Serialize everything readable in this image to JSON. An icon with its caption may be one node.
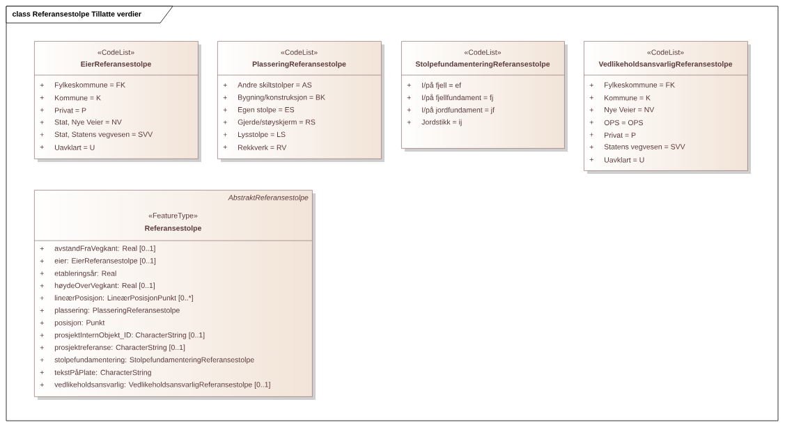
{
  "diagram": {
    "title": "class Referansestolpe Tillatte verdier",
    "nodes": [
      {
        "text": [
          "«CodeList»",
          "EierReferansestolpe",
          "+",
          "Fylkeskommune = FK",
          "+",
          "Kommune = K",
          "+",
          "Privat = P",
          "+",
          "Stat, Nye Veier = NV",
          "+",
          "Stat, Statens vegvesen = SVV",
          "+",
          "Uavklart = U"
        ]
      },
      {
        "text": [
          "«CodeList»",
          "PlasseringReferansestolpe",
          "+",
          "Andre skiltstolper = AS",
          "+",
          "Bygning/konstruksjon = BK",
          "+",
          "Egen stolpe = ES",
          "+",
          "Gjerde/støyskjerm = RS",
          "+",
          "Lysstolpe = LS",
          "+",
          "Rekkverk = RV"
        ]
      },
      {
        "text": [
          "«CodeList»",
          "StolpefundamenteringReferansestolpe",
          "+",
          "I/på fjell = ef",
          "+",
          "I/på fjellfundament = fj",
          "+",
          "I/på jordfundament = jf",
          "+",
          "Jordstikk = ij"
        ]
      },
      {
        "text": [
          "«CodeList»",
          "VedlikeholdsansvarligReferansestolpe",
          "+",
          "Fylkeskommune = FK",
          "+",
          "Kommune = K",
          "+",
          "Nye Veier = NV",
          "+",
          "OPS = OPS",
          "+",
          "Privat = P",
          "+",
          "Statens vegvesen = SVV",
          "+",
          "Uavklart = U"
        ]
      },
      {
        "text": [
          "AbstraktReferansestolpe",
          "«FeatureType»",
          "Referansestolpe",
          "+",
          "avstandFraVegkant: Real [0..1]",
          "+",
          "eier: EierReferansestolpe [0..1]",
          "+",
          "etableringsår: Real",
          "+",
          "høydeOverVegkant: Real [0..1]",
          "+",
          "lineærPosisjon: LineærPosisjonPunkt [0..*]",
          "+",
          "plassering: PlasseringReferansestolpe",
          "+",
          "posisjon: Punkt",
          "+",
          "prosjektInternObjekt_ID: CharacterString [0..1]",
          "+",
          "prosjektreferanse: CharacterString [0..1]",
          "+",
          "stolpefundamentering: StolpefundamenteringReferansestolpe",
          "+",
          "tekstPåPlate: CharacterString",
          "+",
          "vedlikeholdsansvarlig: VedlikeholdsansvarligReferansestolpe [0..1]"
        ]
      }
    ]
  }
}
